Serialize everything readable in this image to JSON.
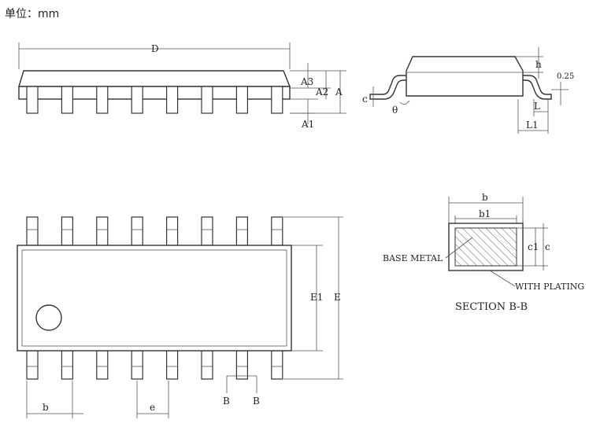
{
  "unit_label": "单位：mm",
  "side_view": {
    "D": "D",
    "A3": "A3",
    "A2": "A2",
    "A": "A",
    "A1": "A1"
  },
  "end_view": {
    "h": "h",
    "gauge": "0.25",
    "c": "c",
    "theta": "θ",
    "L": "L",
    "L1": "L1"
  },
  "top_view": {
    "E1": "E1",
    "E": "E",
    "b": "b",
    "e": "e",
    "section_left": "B",
    "section_right": "B",
    "lead_count_per_side": 8
  },
  "section_view": {
    "b": "b",
    "b1": "b1",
    "c1": "c1",
    "c": "c",
    "base_metal": "BASE METAL",
    "with_plating": "WITH PLATING",
    "title": "SECTION B-B"
  },
  "colors": {
    "line": "#333333",
    "background": "#ffffff"
  }
}
